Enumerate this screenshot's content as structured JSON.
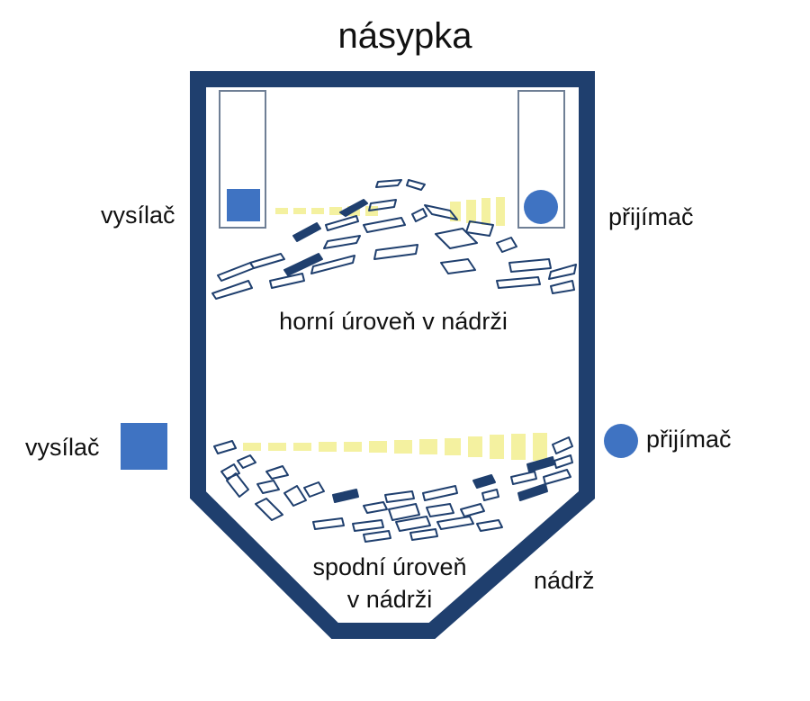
{
  "title": "násypka",
  "upper": {
    "transmitter_label": "vysílač",
    "receiver_label": "přijímač",
    "level_label": "horní úroveň v nádrži"
  },
  "lower": {
    "transmitter_label": "vysílač",
    "receiver_label": "přijímač",
    "level_label_line1": "spodní úroveň",
    "level_label_line2": "v nádrži"
  },
  "tank_label": "nádrž",
  "colors": {
    "tank_outline": "#1f3f6e",
    "sensor_fill": "#3f73c2",
    "beam": "#f4f1a0",
    "particle_outline": "#1f3f6e"
  }
}
